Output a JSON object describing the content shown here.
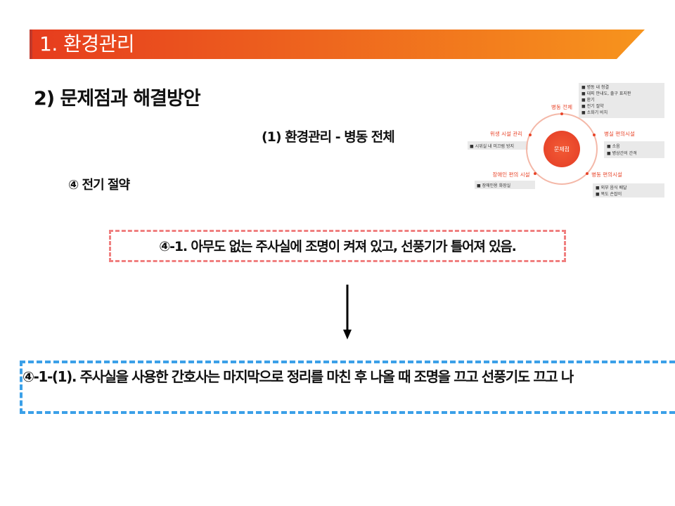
{
  "header": {
    "title": "1. 환경관리"
  },
  "subtitle": "2) 문제점과 해결방안",
  "section_title": "(1) 환경관리 - 병동 전체",
  "item_title": "④ 전기 절약",
  "problem": "④-1. 아무도 없는 주사실에 조명이 켜져 있고, 선풍기가 틀어져 있음.",
  "solution": "④-1-(1). 주사실을 사용한 간호사는 마지막으로 정리를 마친 후 나올 때 조명을 끄고 선풍기도 끄고 나",
  "diagram": {
    "center": "문제점",
    "categories": {
      "top": "병동 전체",
      "left_top": "위생 시설 관리",
      "right_top": "병실 편의시설",
      "left_bottom": "장애인 편의 시설",
      "right_bottom": "병동 편의시설"
    },
    "lists": {
      "top": [
        "병동 내 청결",
        "대피 안내도, 출구 표지판",
        "환기",
        "전기 절약",
        "소화기 비치"
      ],
      "left_top": [
        "시위실 내 미끄럼 방지"
      ],
      "right_top": [
        "소음",
        "병상간의 간격"
      ],
      "left_bottom": [
        "장애인용 화장실"
      ],
      "right_bottom": [
        "외부 음식 배달",
        "복도 손잡이"
      ]
    },
    "colors": {
      "accent": "#e8452a",
      "ring": "#f4b8a8"
    }
  },
  "colors": {
    "title_bar_start": "#e63c1e",
    "title_bar_end": "#f7941d",
    "problem_border": "#f08080",
    "solution_border": "#3ba0e8"
  }
}
